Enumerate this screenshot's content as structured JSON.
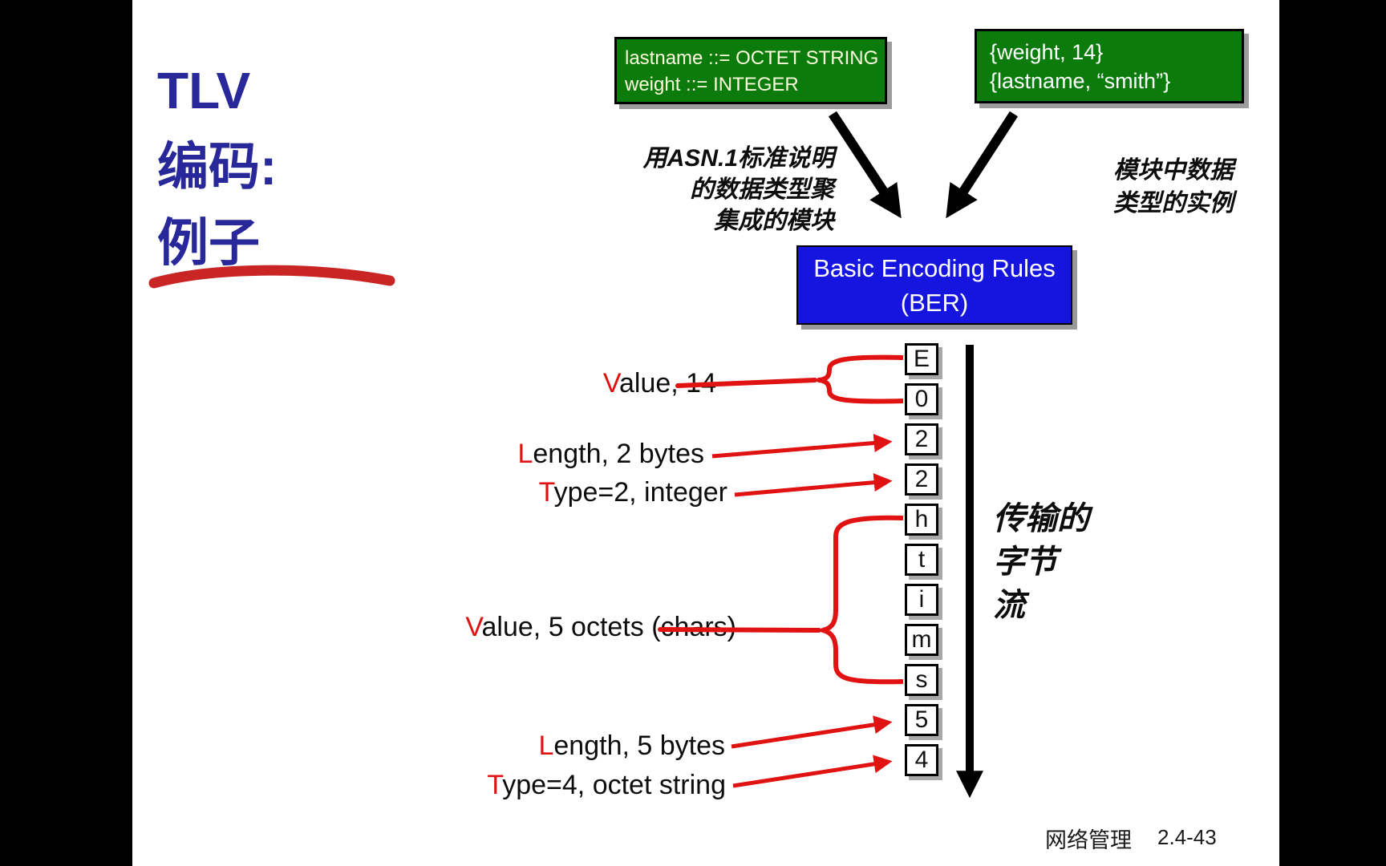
{
  "title": {
    "lines": [
      "TLV",
      "编码:",
      "例子"
    ]
  },
  "asn_module_box": {
    "lines": [
      "lastname ::= OCTET STRING",
      "weight ::= INTEGER"
    ]
  },
  "instance_box": {
    "lines": [
      "{weight, 14}",
      "{lastname, “smith”}"
    ]
  },
  "ber_box": {
    "lines": [
      "Basic Encoding Rules",
      "(BER)"
    ]
  },
  "notes": {
    "asn_note": {
      "lines": [
        "用ASN.1标准说明",
        "的数据类型聚",
        "集成的模块"
      ]
    },
    "instance_note": {
      "lines": [
        "模块中数据",
        "类型的实例"
      ]
    },
    "stream_note": {
      "lines": [
        "传输的",
        "字节",
        "流"
      ]
    }
  },
  "tlv_labels": {
    "value14": {
      "prefix": "V",
      "rest": "alue, 14"
    },
    "length2": {
      "prefix": "L",
      "rest": "ength, 2 bytes"
    },
    "type2": {
      "prefix": "T",
      "rest": "ype=2, integer"
    },
    "value5": {
      "prefix": "V",
      "rest": "alue, 5 octets (chars)"
    },
    "length5": {
      "prefix": "L",
      "rest": "ength, 5 bytes"
    },
    "type4": {
      "prefix": "T",
      "rest": "ype=4, octet string"
    }
  },
  "byte_stream": [
    "E",
    "0",
    "2",
    "2",
    "h",
    "t",
    "i",
    "m",
    "s",
    "5",
    "4"
  ],
  "footer": {
    "course": "网络管理",
    "page": "2.4-43"
  },
  "colors": {
    "title_blue": "#28289B",
    "green_box": "#0B7C0B",
    "blue_box": "#1515DF",
    "accent_red": "#E01212",
    "underline_red": "#C92525"
  }
}
